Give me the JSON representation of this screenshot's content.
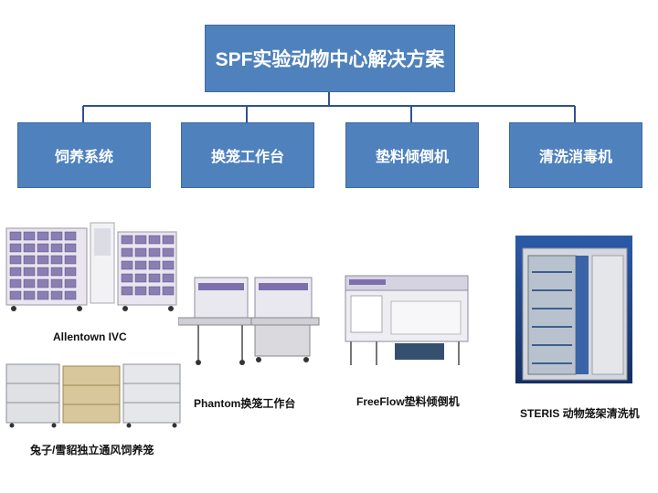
{
  "root": {
    "label": "SPF实验动物中心解决方案"
  },
  "categories": [
    {
      "label": "饲养系统"
    },
    {
      "label": "换笼工作台"
    },
    {
      "label": "垫料倾倒机"
    },
    {
      "label": "清洗消毒机"
    }
  ],
  "products": {
    "allentown": "Allentown IVC",
    "rabbit_cage": "兔子/雪貂独立通风饲养笼",
    "phantom": "Phantom换笼工作台",
    "freeflow": "FreeFlow垫料倾倒机",
    "steris": "STERIS 动物笼架清洗机"
  },
  "colors": {
    "box_fill": "#4f81bd",
    "box_text": "#ffffff",
    "connector": "#2f528f"
  }
}
